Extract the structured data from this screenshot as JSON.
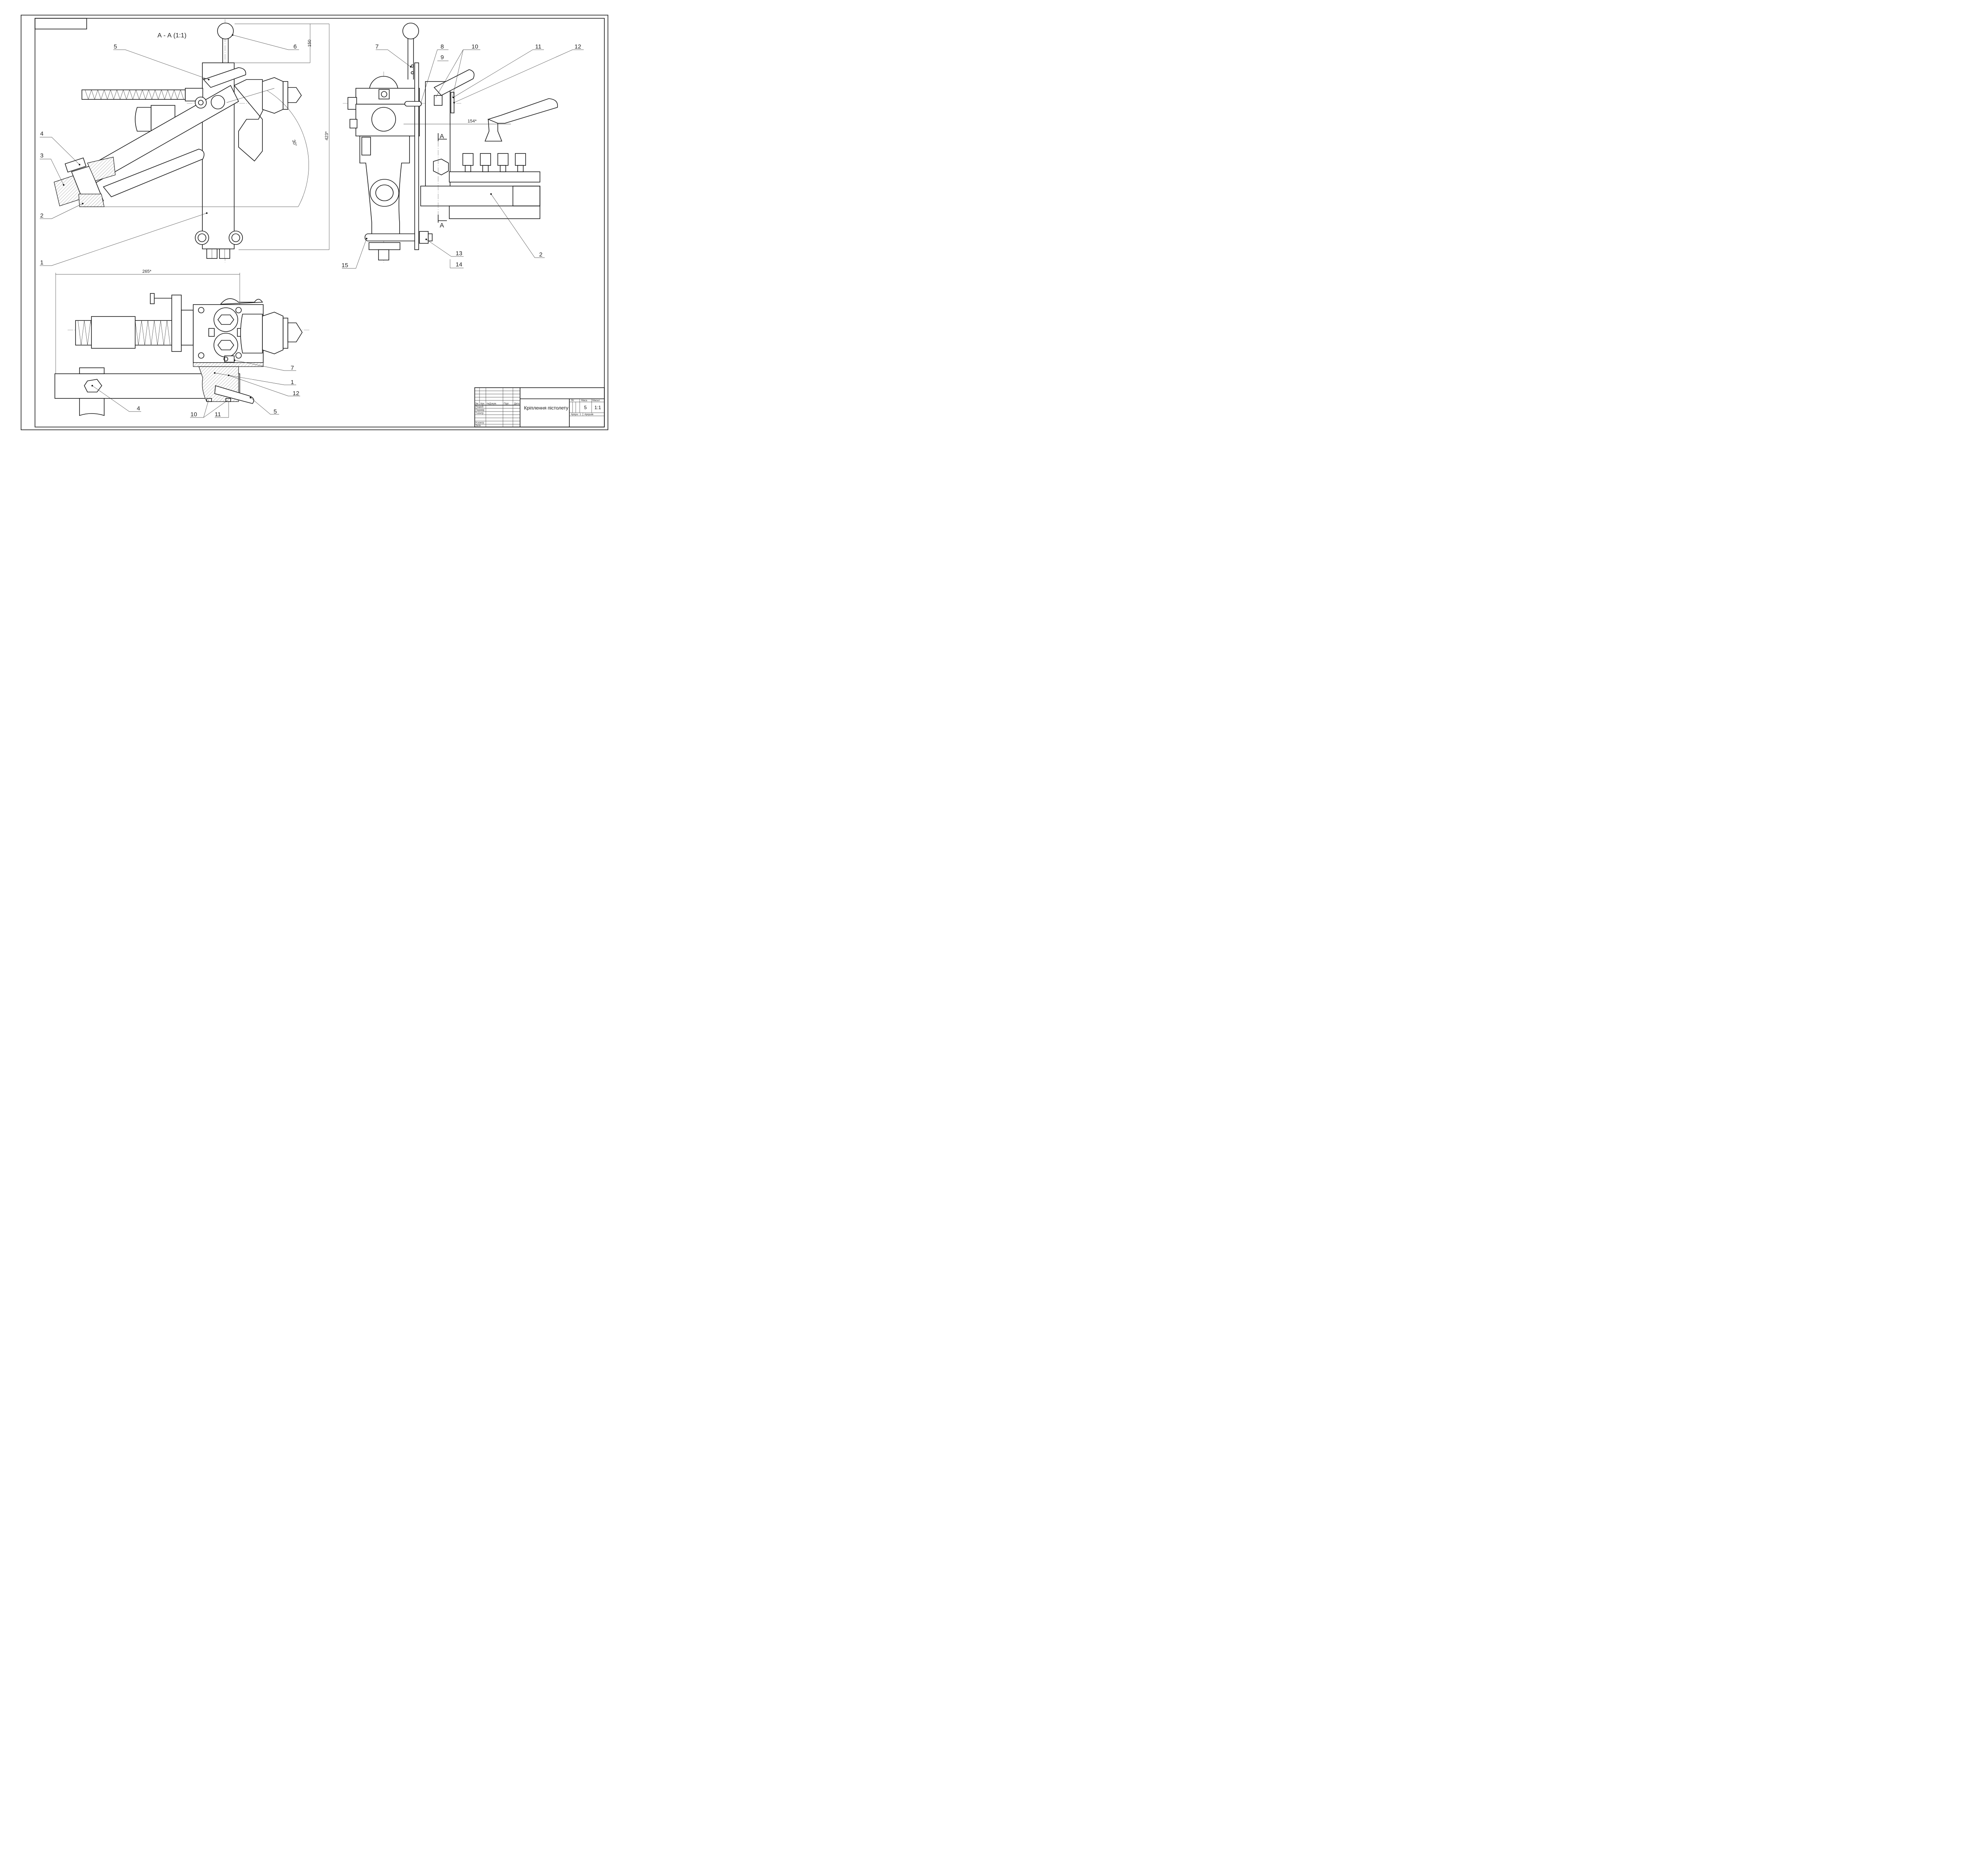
{
  "section_title": "А - А (1:1)",
  "dimensions": {
    "d150": "150",
    "d423": "423*",
    "d154": "154*",
    "d265": "265*",
    "angle": "30°"
  },
  "section_mark": "А",
  "callouts_view1": [
    "1",
    "2",
    "3",
    "4",
    "5",
    "6"
  ],
  "callouts_view2": [
    "7",
    "8",
    "9",
    "10",
    "11",
    "12",
    "13",
    "14",
    "15",
    "2"
  ],
  "callouts_view3": [
    "7",
    "1",
    "12",
    "5",
    "4",
    "10",
    "11"
  ],
  "title_block": {
    "title": "Кріплення пістолету",
    "rows": [
      "Зм.",
      "Арк",
      "№Докум.",
      "Підп.",
      "Дата"
    ],
    "roles": [
      "Розроб",
      "Перевір",
      "Т.контр",
      "Н.контр",
      "Затв"
    ],
    "lit_label": "Літ",
    "mass_label": "Маса",
    "scale_label": "Масшт.",
    "mass_value": "5",
    "scale_value": "1:1",
    "sheet_label": "Аркуш",
    "sheet_value": "1",
    "sheets_label": "Аркушів"
  }
}
